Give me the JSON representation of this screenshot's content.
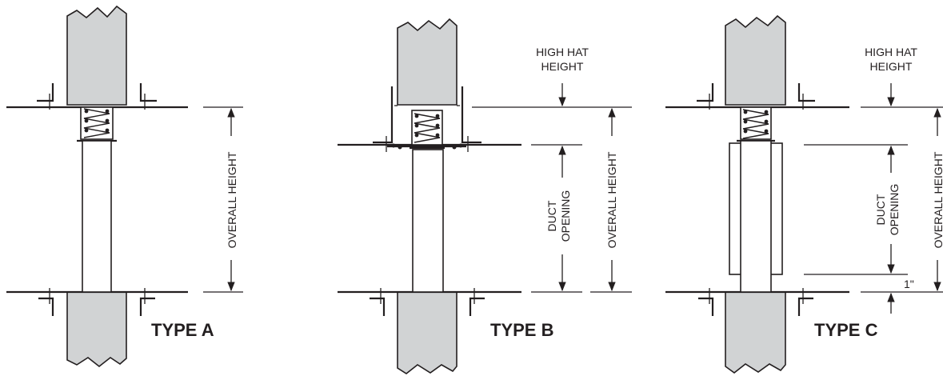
{
  "diagrams": [
    {
      "type_label": "TYPE A",
      "overall_height_label": "OVERALL HEIGHT"
    },
    {
      "type_label": "TYPE B",
      "high_hat_height_label": [
        "HIGH HAT",
        "HEIGHT"
      ],
      "duct_opening_label": [
        "DUCT",
        "OPENING"
      ],
      "overall_height_label": "OVERALL HEIGHT"
    },
    {
      "type_label": "TYPE C",
      "high_hat_height_label": [
        "HIGH HAT",
        "HEIGHT"
      ],
      "duct_opening_label": [
        "DUCT",
        "OPENING"
      ],
      "overall_height_label": "OVERALL HEIGHT",
      "gap_label": "1\""
    }
  ]
}
